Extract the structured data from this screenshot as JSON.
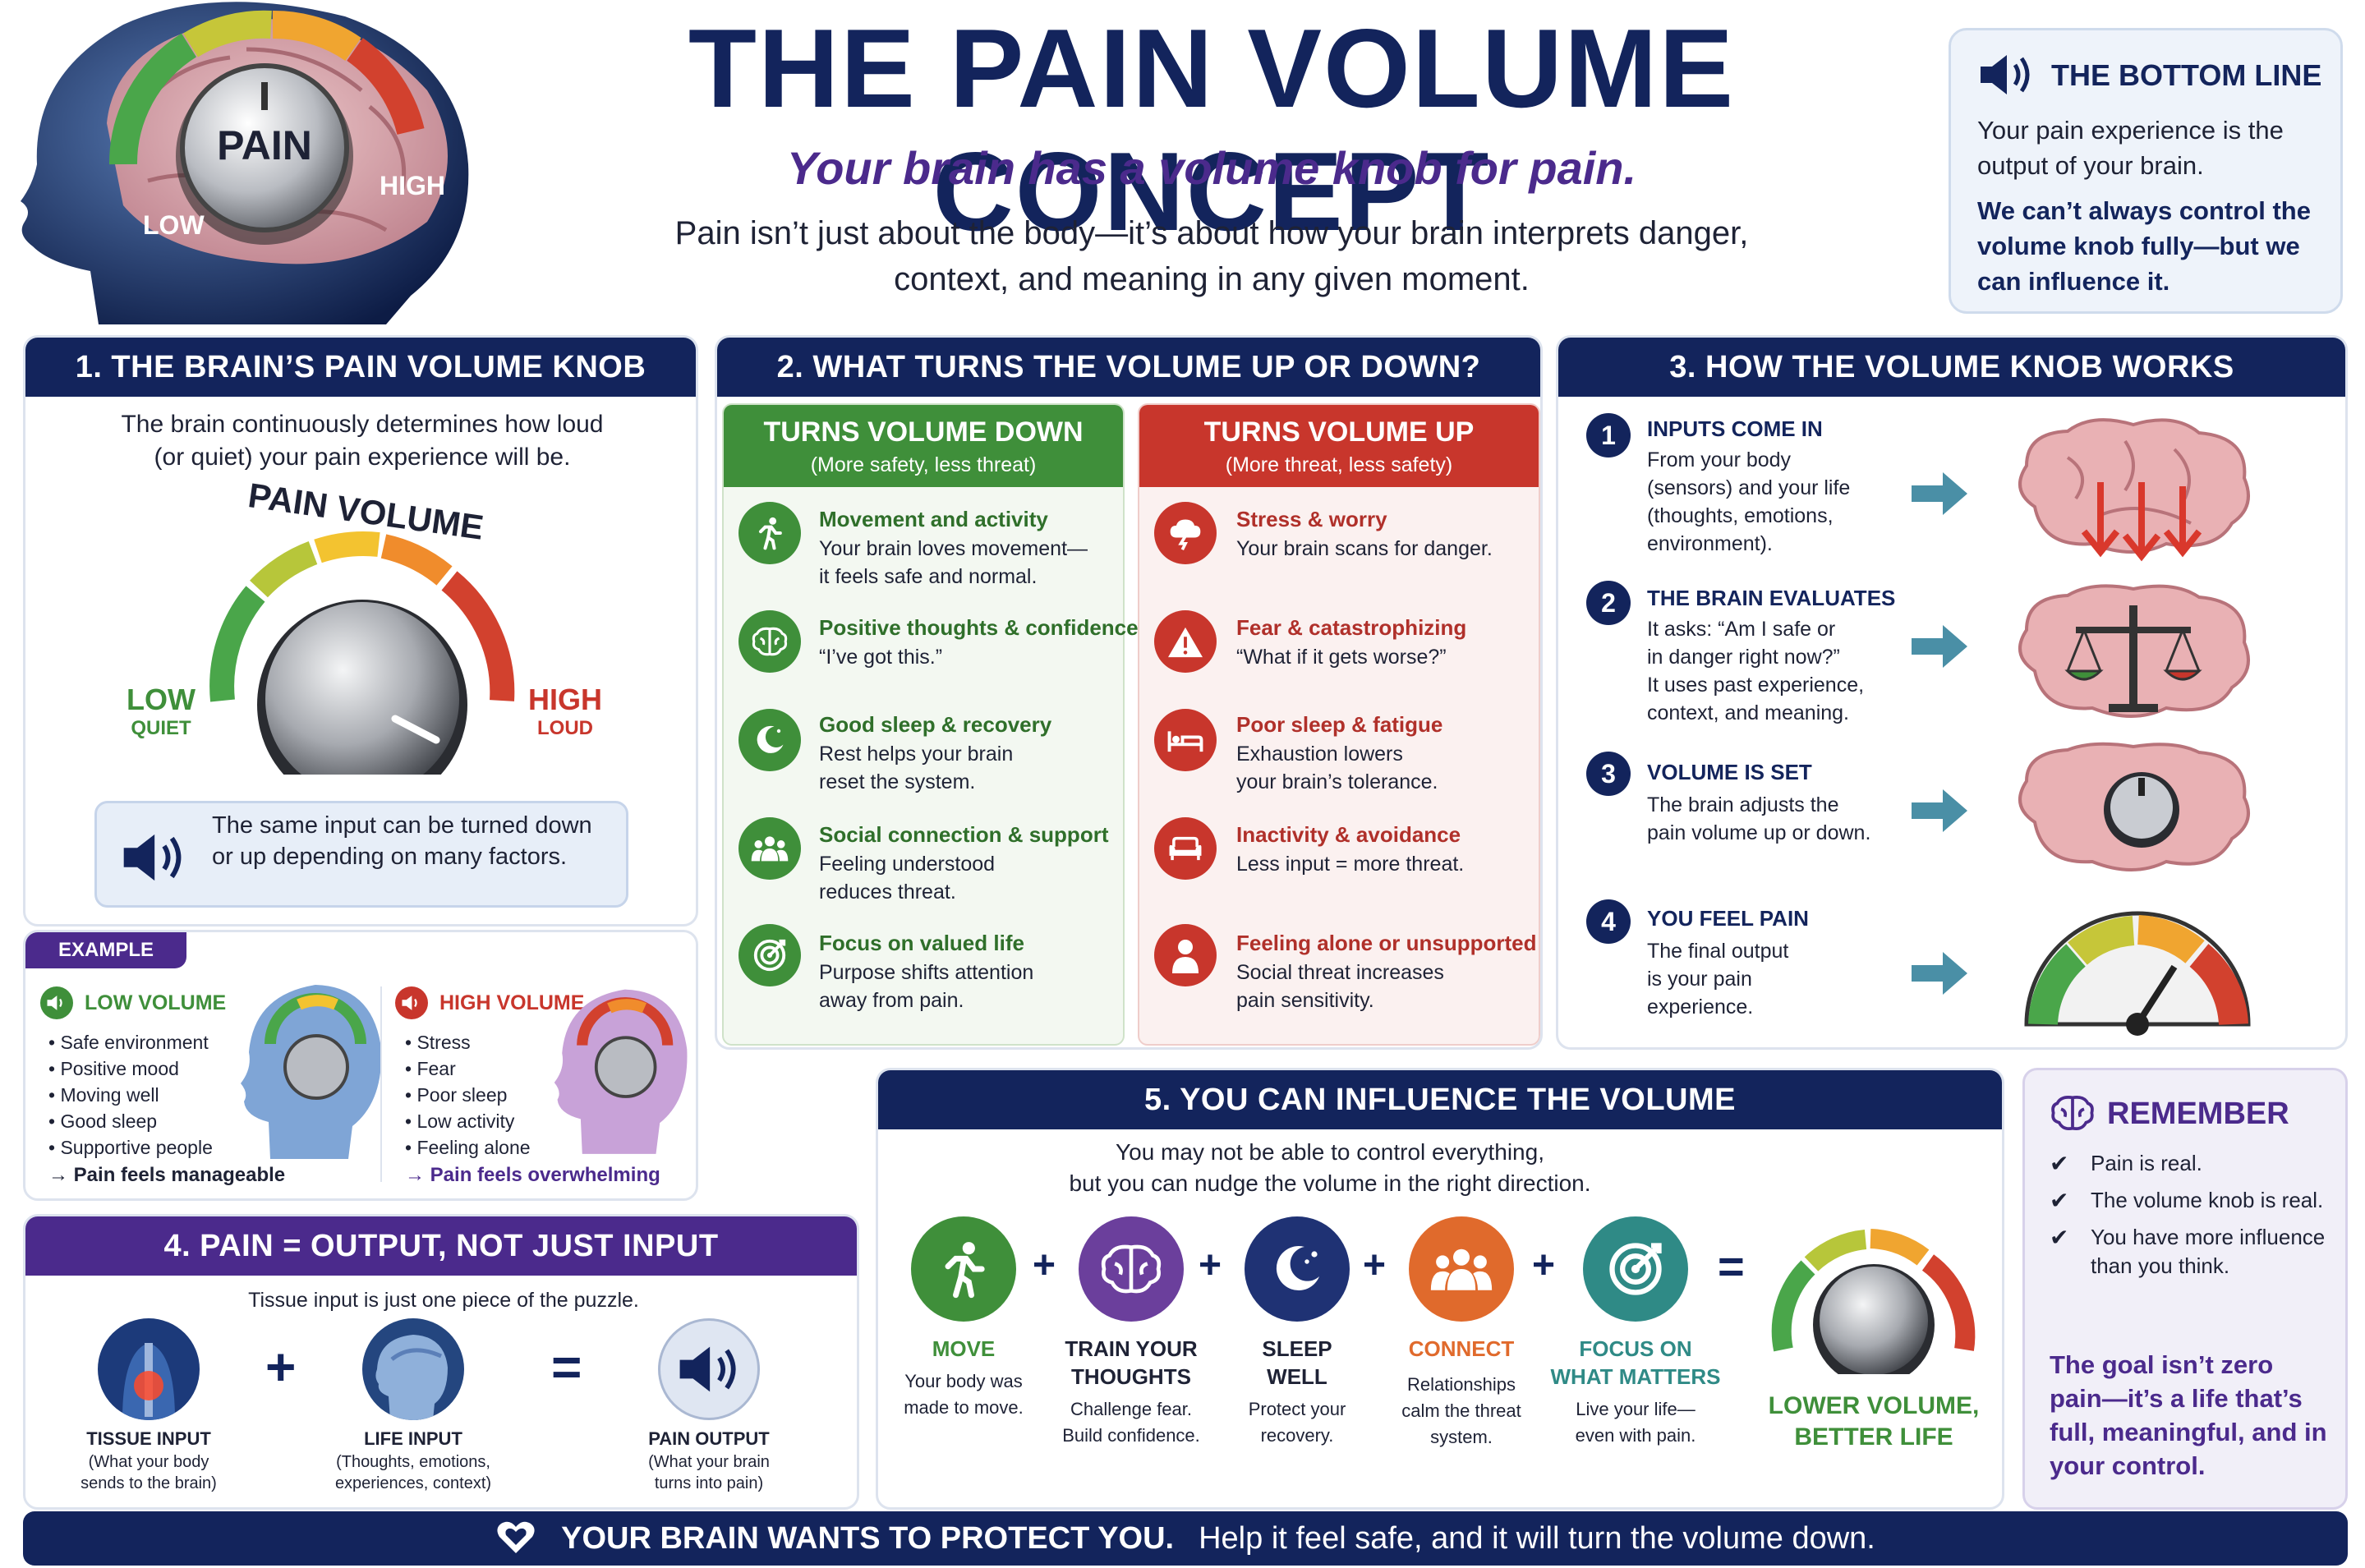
{
  "header": {
    "title": "THE PAIN VOLUME CONCEPT",
    "subtitle": "Your brain has a volume knob for pain.",
    "intro_line1": "Pain isn’t just about the body—it’s about how your brain interprets danger,",
    "intro_line2": "context, and meaning in any given moment.",
    "knob_label": "PAIN",
    "low": "LOW",
    "high": "HIGH"
  },
  "bottom_line": {
    "title": "THE BOTTOM LINE",
    "p1": "Your pain experience is the output of your brain.",
    "p2": "We can’t always control the volume knob fully—but we can influence it."
  },
  "section1": {
    "title": "1. THE BRAIN’S PAIN VOLUME KNOB",
    "text": "The brain continuously determines how loud (or quiet) your pain experience will be.",
    "dial_title": "PAIN VOLUME",
    "low": "LOW",
    "low_sub": "QUIET",
    "high": "HIGH",
    "high_sub": "LOUD",
    "note": "The same input can be turned down or up depending on many factors."
  },
  "example": {
    "tag": "EXAMPLE",
    "low_title": "LOW VOLUME",
    "low_items": [
      "Safe environment",
      "Positive mood",
      "Moving well",
      "Good sleep",
      "Supportive people"
    ],
    "low_result": "→ Pain feels manageable",
    "high_title": "HIGH VOLUME",
    "high_items": [
      "Stress",
      "Fear",
      "Poor sleep",
      "Low activity",
      "Feeling alone"
    ],
    "high_result": "→ Pain feels overwhelming"
  },
  "section2": {
    "title": "2. WHAT TURNS THE VOLUME UP OR DOWN?",
    "down": {
      "title": "TURNS VOLUME DOWN",
      "sub": "(More safety, less threat)",
      "items": [
        {
          "t": "Movement and activity",
          "d1": "Your brain loves movement—",
          "d2": "it feels safe and normal."
        },
        {
          "t": "Positive thoughts & confidence",
          "d1": "“I’ve got this.”",
          "d2": ""
        },
        {
          "t": "Good sleep & recovery",
          "d1": "Rest helps your brain",
          "d2": "reset the system."
        },
        {
          "t": "Social connection & support",
          "d1": "Feeling understood",
          "d2": "reduces threat."
        },
        {
          "t": "Focus on valued life",
          "d1": "Purpose shifts attention",
          "d2": "away from pain."
        }
      ]
    },
    "up": {
      "title": "TURNS VOLUME UP",
      "sub": "(More threat, less safety)",
      "items": [
        {
          "t": "Stress & worry",
          "d1": "Your brain scans for danger.",
          "d2": ""
        },
        {
          "t": "Fear & catastrophizing",
          "d1": "“What if it gets worse?”",
          "d2": ""
        },
        {
          "t": "Poor sleep & fatigue",
          "d1": "Exhaustion lowers",
          "d2": "your brain’s tolerance."
        },
        {
          "t": "Inactivity & avoidance",
          "d1": "Less input = more threat.",
          "d2": ""
        },
        {
          "t": "Feeling alone or unsupported",
          "d1": "Social threat increases",
          "d2": "pain sensitivity."
        }
      ]
    }
  },
  "section3": {
    "title": "3. HOW THE VOLUME KNOB WORKS",
    "steps": [
      {
        "n": "1",
        "t": "INPUTS COME IN",
        "lines": [
          "From your body",
          "(sensors) and your life",
          "(thoughts, emotions,",
          "environment)."
        ]
      },
      {
        "n": "2",
        "t": "THE BRAIN EVALUATES",
        "lines": [
          "It asks: “Am I safe or",
          "in danger right now?”",
          "It uses past experience,",
          "context, and meaning."
        ]
      },
      {
        "n": "3",
        "t": "VOLUME IS SET",
        "lines": [
          "The brain adjusts the",
          "pain volume up or down."
        ]
      },
      {
        "n": "4",
        "t": "YOU FEEL PAIN",
        "lines": [
          "The final output",
          "is your pain",
          "experience."
        ]
      }
    ]
  },
  "section4": {
    "title": "4. PAIN = OUTPUT, NOT JUST INPUT",
    "text": "Tissue input is just one piece of the puzzle.",
    "items": [
      {
        "t": "TISSUE INPUT",
        "d1": "(What your body",
        "d2": "sends to the brain)"
      },
      {
        "t": "LIFE INPUT",
        "d1": "(Thoughts, emotions,",
        "d2": "experiences, context)"
      },
      {
        "t": "PAIN OUTPUT",
        "d1": "(What your brain",
        "d2": "turns into pain)"
      }
    ],
    "plus": "+",
    "equals": "="
  },
  "section5": {
    "title": "5. YOU CAN INFLUENCE THE VOLUME",
    "text1": "You may not be able to control everything,",
    "text2": "but you can nudge the volume in the right direction.",
    "items": [
      {
        "t1": "MOVE",
        "t2": "",
        "d1": "Your body was",
        "d2": "made to move."
      },
      {
        "t1": "TRAIN YOUR",
        "t2": "THOUGHTS",
        "d1": "Challenge fear.",
        "d2": "Build confidence."
      },
      {
        "t1": "SLEEP",
        "t2": "WELL",
        "d1": "Protect your",
        "d2": "recovery."
      },
      {
        "t1": "CONNECT",
        "t2": "",
        "d1": "Relationships",
        "d2": "calm the threat",
        "d3": "system."
      },
      {
        "t1": "FOCUS ON",
        "t2": "WHAT MATTERS",
        "d1": "Live your life—",
        "d2": "even with pain."
      }
    ],
    "result1": "LOWER VOLUME,",
    "result2": "BETTER LIFE",
    "plus": "+",
    "equals": "="
  },
  "remember": {
    "title": "REMEMBER",
    "items": [
      "Pain is real.",
      "The volume knob is real.",
      "You have more influence than you think."
    ],
    "goal": "The goal isn’t zero pain—it’s a life that’s full, meaningful, and in your control."
  },
  "footer": {
    "bold": "YOUR BRAIN WANTS TO PROTECT YOU.",
    "rest": "Help it feel safe, and it will turn the volume down."
  },
  "colors": {
    "navy": "#13245c",
    "purple": "#4b2a8c",
    "green": "#3f8f3a",
    "red": "#c8362c",
    "teal": "#2f8a86",
    "orange": "#e06a2c",
    "blue": "#243a86"
  }
}
